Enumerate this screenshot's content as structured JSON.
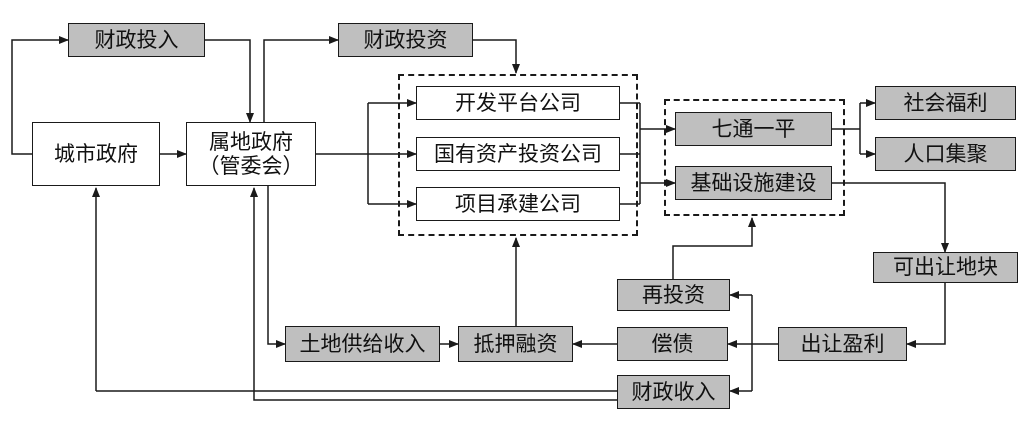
{
  "nodes": {
    "city_gov": "城市政府",
    "local_gov_line1": "属地政府",
    "local_gov_line2": "（管委会）",
    "fiscal_input": "财政投入",
    "fiscal_investment": "财政投资",
    "dev_platform": "开发平台公司",
    "state_asset": "国有资产投资公司",
    "project_builder": "项目承建公司",
    "qitong_yiping": "七通一平",
    "infrastructure": "基础设施建设",
    "social_welfare": "社会福利",
    "population": "人口集聚",
    "transferable_land": "可出让地块",
    "transfer_profit": "出让盈利",
    "reinvest": "再投资",
    "debt_repay": "偿债",
    "mortgage": "抵押融资",
    "land_income": "土地供给收入",
    "fiscal_revenue": "财政收入"
  },
  "style": {
    "gray_fill": "#bfbfbf",
    "line_color": "#1a1a1a"
  }
}
